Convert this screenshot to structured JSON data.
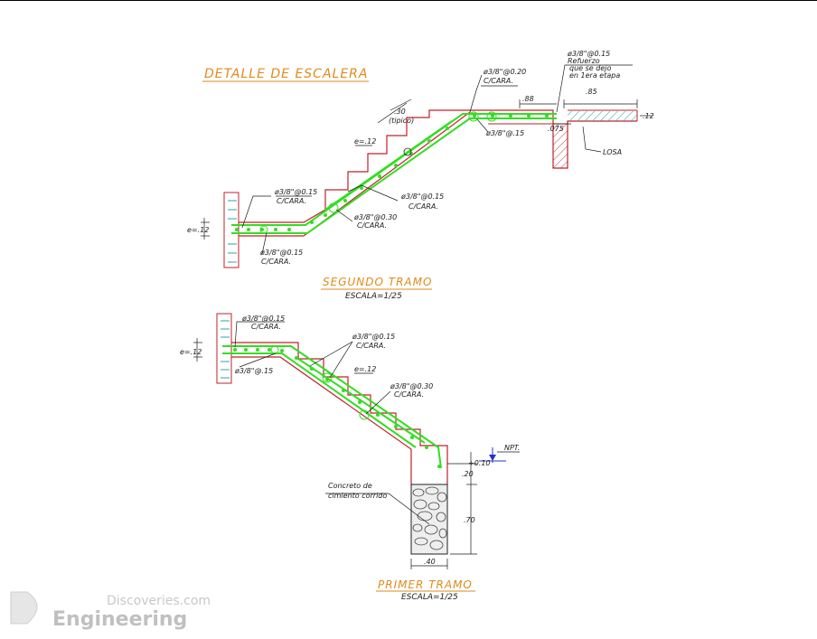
{
  "main_title": "DETALLE   DE   ESCALERA",
  "segundo": {
    "title": "SEGUNDO  TRAMO",
    "scale": "ESCALA=1/25",
    "labels": {
      "bar_a1": "ø3/8\"@0.20",
      "bar_a1b": "C/CARA.",
      "bar_b1": "ø3/8\"@0.15",
      "bar_b2": "Refuerzo",
      "bar_b3": "que se dejo",
      "bar_b4": "en 1era etapa",
      "dim_88": ".88",
      "dim_85": ".85",
      "dim_12r": ".12",
      "dim_075": ".075",
      "losa": "LOSA",
      "bar_c": "ø3/8\"@.15",
      "dim_30": ".30",
      "tipico": "(tipico)",
      "e12": "e=.12",
      "bar_d1": "ø3/8\"@0.15",
      "bar_d1b": "C/CARA.",
      "bar_e1": "ø3/8\"@0.15",
      "bar_e1b": "C/CARA.",
      "bar_f1": "ø3/8\"@0.30",
      "bar_f1b": "C/CARA.",
      "bar_g1": "ø3/8\"@0.15",
      "bar_g1b": "C/CARA.",
      "e12l": "e=.12"
    }
  },
  "primer": {
    "title": "PRIMER  TRAMO",
    "scale": "ESCALA=1/25",
    "labels": {
      "bar_a1": "ø3/8\"@0.15",
      "bar_a1b": "C/CARA.",
      "e12l": "e=.12",
      "bar_b1": "ø3/8\"@.15",
      "bar_c1": "ø3/8\"@0.15",
      "bar_c1b": "C/CARA.",
      "e12": "e=.12",
      "bar_d1": "ø3/8\"@0.30",
      "bar_d1b": "C/CARA.",
      "npt": "NPT.",
      "plus010": "+0.10",
      "dim_20": ".20",
      "dim_70": ".70",
      "dim_40": ".40",
      "concreto1": "Concreto de",
      "concreto2": "cimiento corrido"
    }
  },
  "watermark": {
    "line1": "Discoveries.com",
    "line2": "Engineering"
  },
  "colors": {
    "outline": "#c0202a",
    "rebar": "#33dd22",
    "annotation": "#1a1a1a",
    "title": "#e08a1e",
    "losa": "#2aa7a0"
  }
}
